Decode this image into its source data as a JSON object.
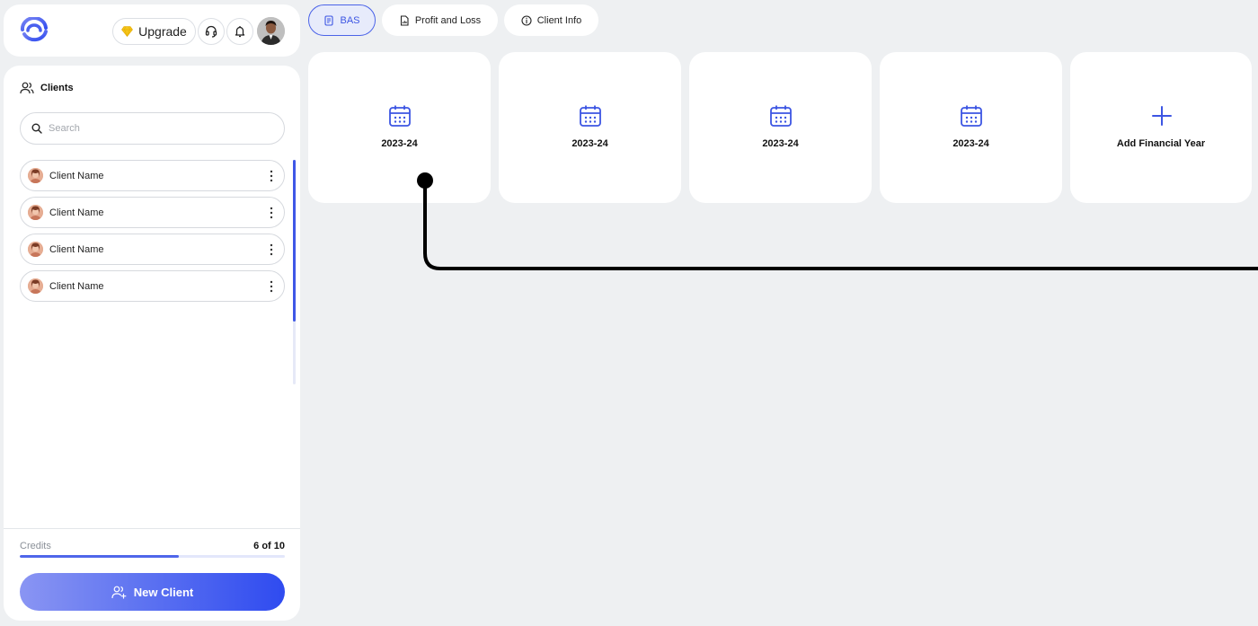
{
  "header": {
    "upgrade_label": "Upgrade",
    "icons": [
      "logo-icon",
      "diamond-icon",
      "headset-icon",
      "bell-icon",
      "user-avatar"
    ]
  },
  "tabs": [
    {
      "label": "BAS",
      "icon": "document-icon",
      "active": true
    },
    {
      "label": "Profit and Loss",
      "icon": "file-chart-icon",
      "active": false
    },
    {
      "label": "Client Info",
      "icon": "info-icon",
      "active": false
    }
  ],
  "sidebar": {
    "title": "Clients",
    "search_placeholder": "Search",
    "clients": [
      {
        "name": "Client Name"
      },
      {
        "name": "Client Name"
      },
      {
        "name": "Client Name"
      },
      {
        "name": "Client Name"
      }
    ],
    "credits_label": "Credits",
    "credits_value": "6 of 10",
    "credits_used": 6,
    "credits_total": 10,
    "new_client_label": "New Client"
  },
  "years": [
    {
      "label": "2023-24",
      "icon": "calendar-icon"
    },
    {
      "label": "2023-24",
      "icon": "calendar-icon"
    },
    {
      "label": "2023-24",
      "icon": "calendar-icon"
    },
    {
      "label": "2023-24",
      "icon": "calendar-icon"
    },
    {
      "label": "Add Financial Year",
      "icon": "plus-icon"
    }
  ],
  "colors": {
    "accent": "#3f57e6",
    "background": "#eef0f2",
    "card": "#ffffff",
    "gradient_start": "#8a95f3",
    "gradient_end": "#2f4bf0"
  }
}
